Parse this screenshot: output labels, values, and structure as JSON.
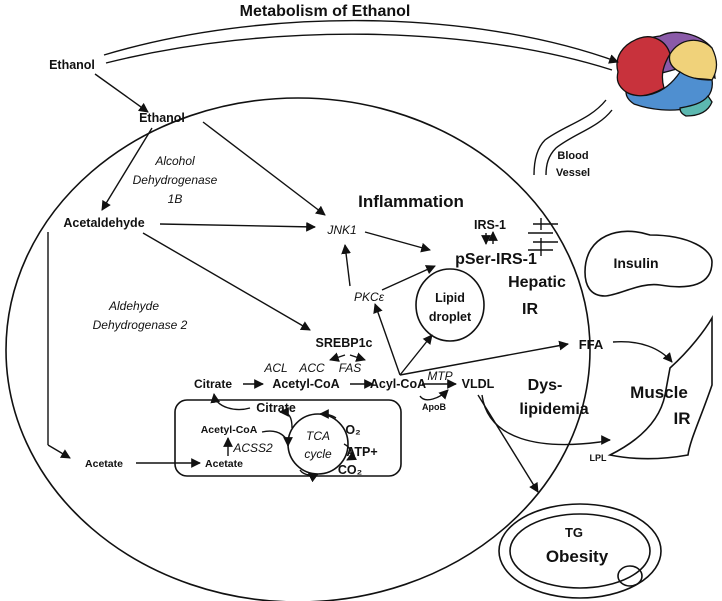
{
  "title": "Metabolism of  Ethanol",
  "labels": {
    "ethanol_outside": "Ethanol",
    "ethanol_inside": "Ethanol",
    "adh_1": "Alcohol",
    "adh_2": "Dehydrogenase",
    "adh_3": "1B",
    "acetaldehyde": "Acetaldehyde",
    "aldh_1": "Aldehyde",
    "aldh_2": "Dehydrogenase 2",
    "blood_1": "Blood",
    "blood_2": "Vessel",
    "inflammation": "Inflammation",
    "jnk1": "JNK1",
    "irs1": "IRS-1",
    "pser_irs1": "pSer-IRS-1",
    "hepatic_1": "Hepatic",
    "hepatic_2": "IR",
    "insulin": "Insulin",
    "pkce": "PKCε",
    "lipid_1": "Lipid",
    "lipid_2": "droplet",
    "srebp1c": "SREBP1c",
    "acl": "ACL",
    "acc": "ACC",
    "fas": "FAS",
    "citrate_cyto": "Citrate",
    "acetyl_coa_cyto": "Acetyl-CoA",
    "acyl_coa": "Acyl-CoA",
    "mtp": "MTP",
    "vldl": "VLDL",
    "apob": "ApoB",
    "ffa": "FFA",
    "dys_1": "Dys-",
    "dys_2": "lipidemia",
    "muscle_1": "Muscle",
    "muscle_2": "IR",
    "citrate_mito": "Citrate",
    "acetyl_coa_mito": "Acetyl-CoA",
    "acss2": "ACSS2",
    "tca_1": "TCA",
    "tca_2": "cycle",
    "o2": "O₂",
    "atp": "ATP+",
    "co2": "CO₂",
    "acetate_outer": "Acetate",
    "acetate_inner": "Acetate",
    "lpl": "LPL",
    "tg": "TG",
    "obesity": "Obesity"
  },
  "colors": {
    "ink": "#111111",
    "brain_red": "#c8323c",
    "brain_yellow": "#f0d27a",
    "brain_blue": "#4f8fd0",
    "brain_teal": "#5cb8b0",
    "brain_purple": "#8a5aa8"
  }
}
